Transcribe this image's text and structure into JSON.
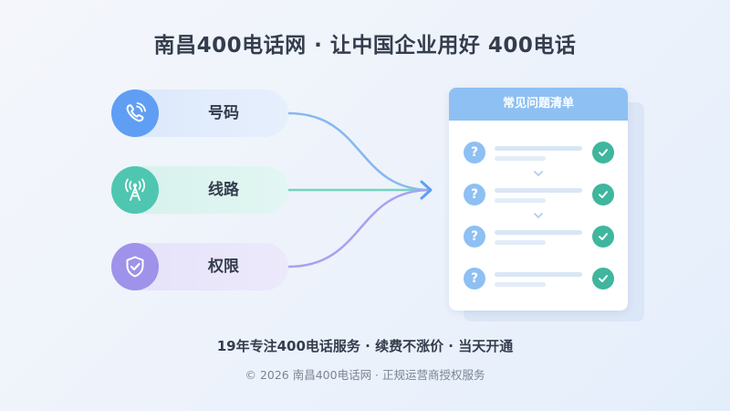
{
  "title": "南昌400电话网 · 让中国企业用好 400电话",
  "features": [
    {
      "label": "号码",
      "icon": "phone-icon",
      "color": "#5f9ef3"
    },
    {
      "label": "线路",
      "icon": "signal-tower-icon",
      "color": "#4fc6b0"
    },
    {
      "label": "权限",
      "icon": "shield-check-icon",
      "color": "#9e92ea"
    }
  ],
  "faq_card": {
    "title": "常见问题清单",
    "question_mark": "?",
    "header_color": "#8ec0f3",
    "check_color": "#3fb69d"
  },
  "footer": {
    "tagline": "19年专注400电话服务 · 续费不涨价 · 当天开通",
    "copyright": "© 2026 南昌400电话网 · 正规运营商授权服务"
  }
}
